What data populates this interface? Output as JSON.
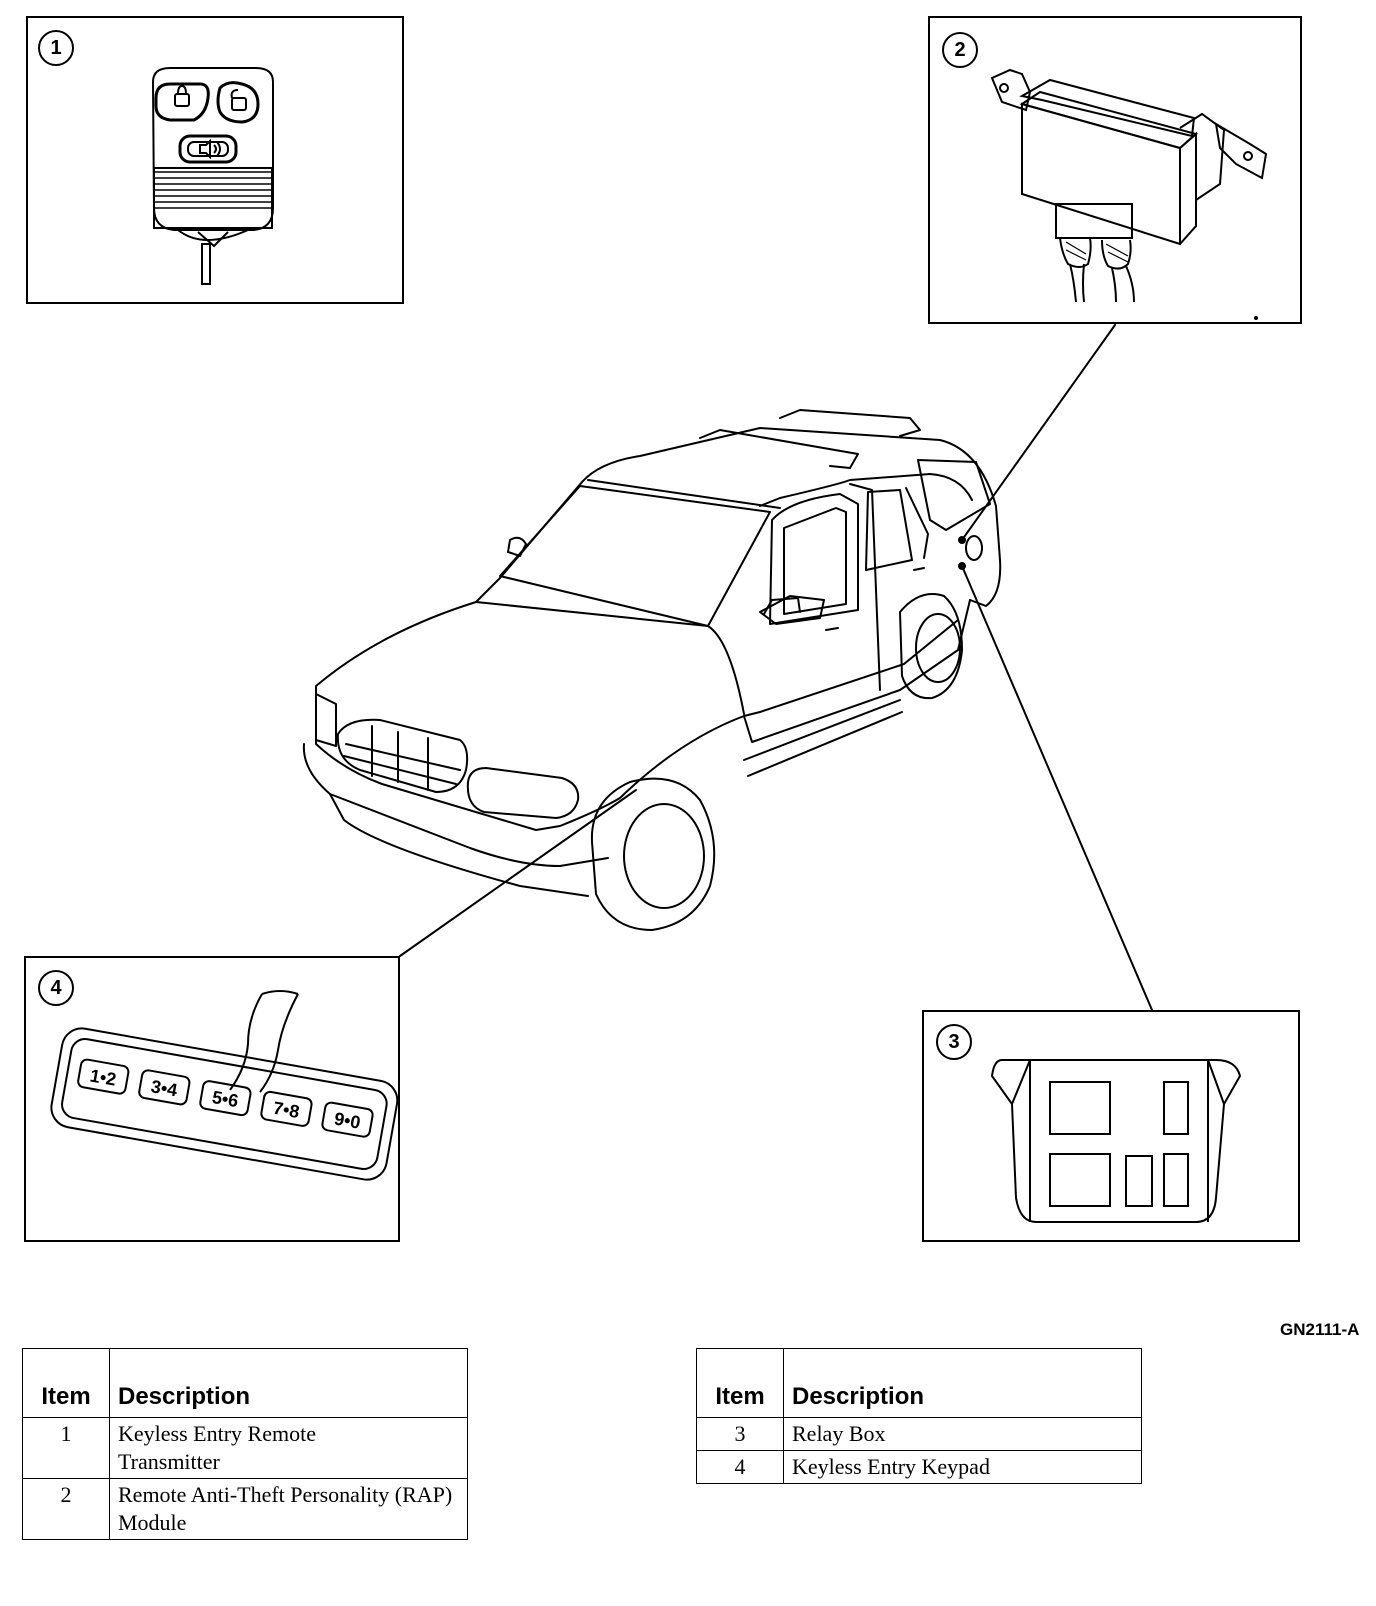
{
  "figure_code": "GN2111-A",
  "callouts": [
    "1",
    "2",
    "3",
    "4"
  ],
  "keypad_keys": [
    "1•2",
    "3•4",
    "5•6",
    "7•8",
    "9•0"
  ],
  "tables": [
    {
      "header": {
        "item": "Item",
        "description": "Description"
      },
      "rows": [
        {
          "item": "1",
          "description": "Keyless Entry Remote Transmitter"
        },
        {
          "item": "2",
          "description": "Remote Anti-Theft Personality (RAP) Module"
        }
      ]
    },
    {
      "header": {
        "item": "Item",
        "description": "Description"
      },
      "rows": [
        {
          "item": "3",
          "description": "Relay Box"
        },
        {
          "item": "4",
          "description": "Keyless Entry Keypad"
        }
      ]
    }
  ]
}
